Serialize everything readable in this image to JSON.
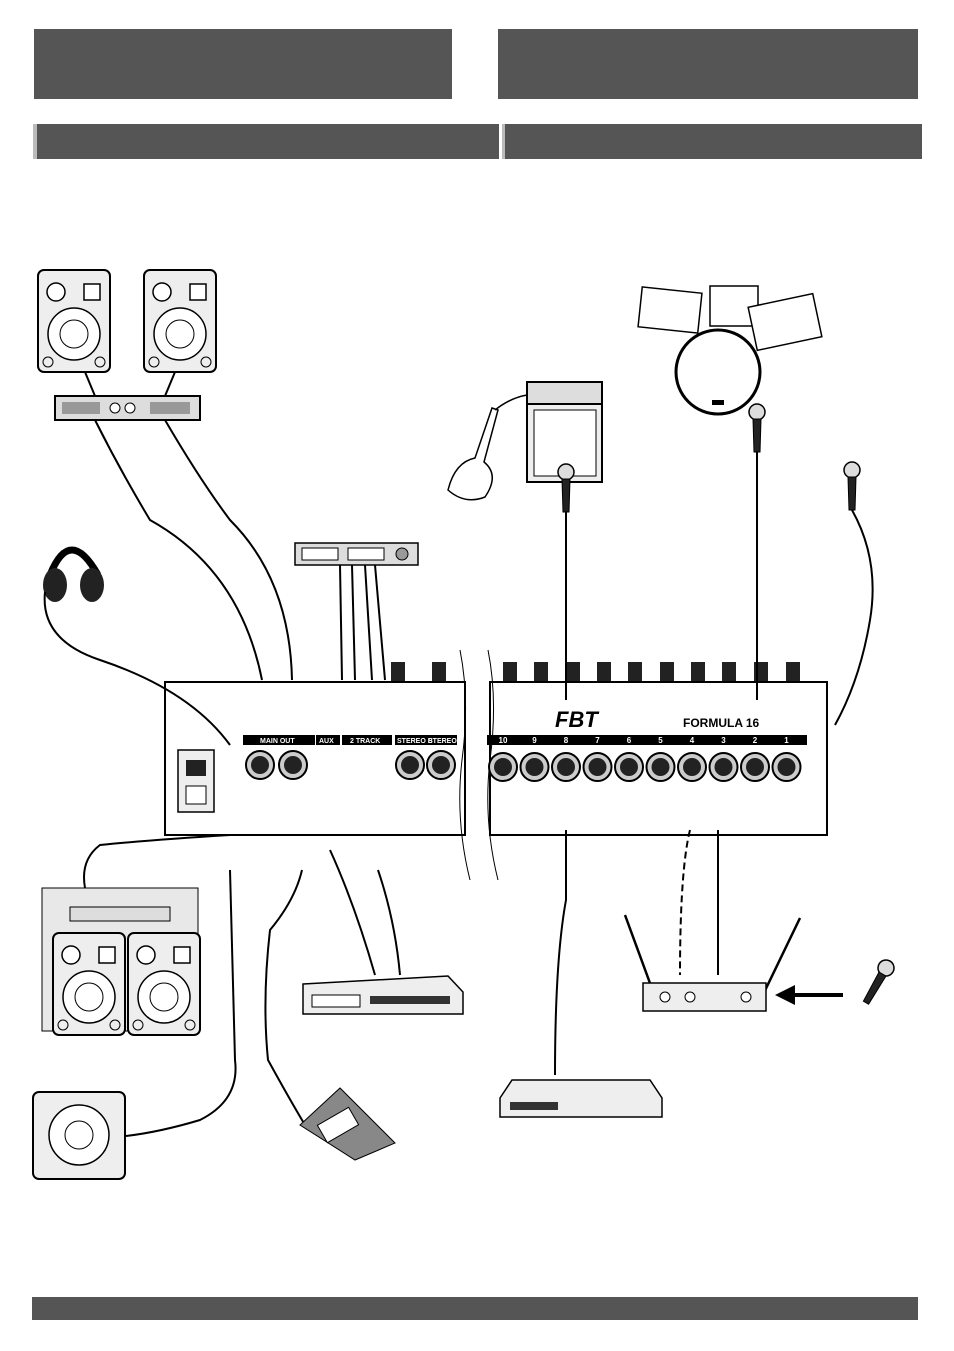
{
  "mixer": {
    "brand": "FBT",
    "model": "FORMULA 16",
    "main_out_label": "MAIN OUT",
    "aux_label": "AUX",
    "two_track_label": "2 TRACK",
    "stereo_b_label": "STEREO B",
    "stereo_a_label": "STEREO A",
    "channels": [
      "10",
      "9",
      "8",
      "7",
      "6",
      "5",
      "4",
      "3",
      "2",
      "1"
    ]
  },
  "colors": {
    "bar": "#555555",
    "line": "#000000",
    "panel": "#e8e8e8"
  }
}
